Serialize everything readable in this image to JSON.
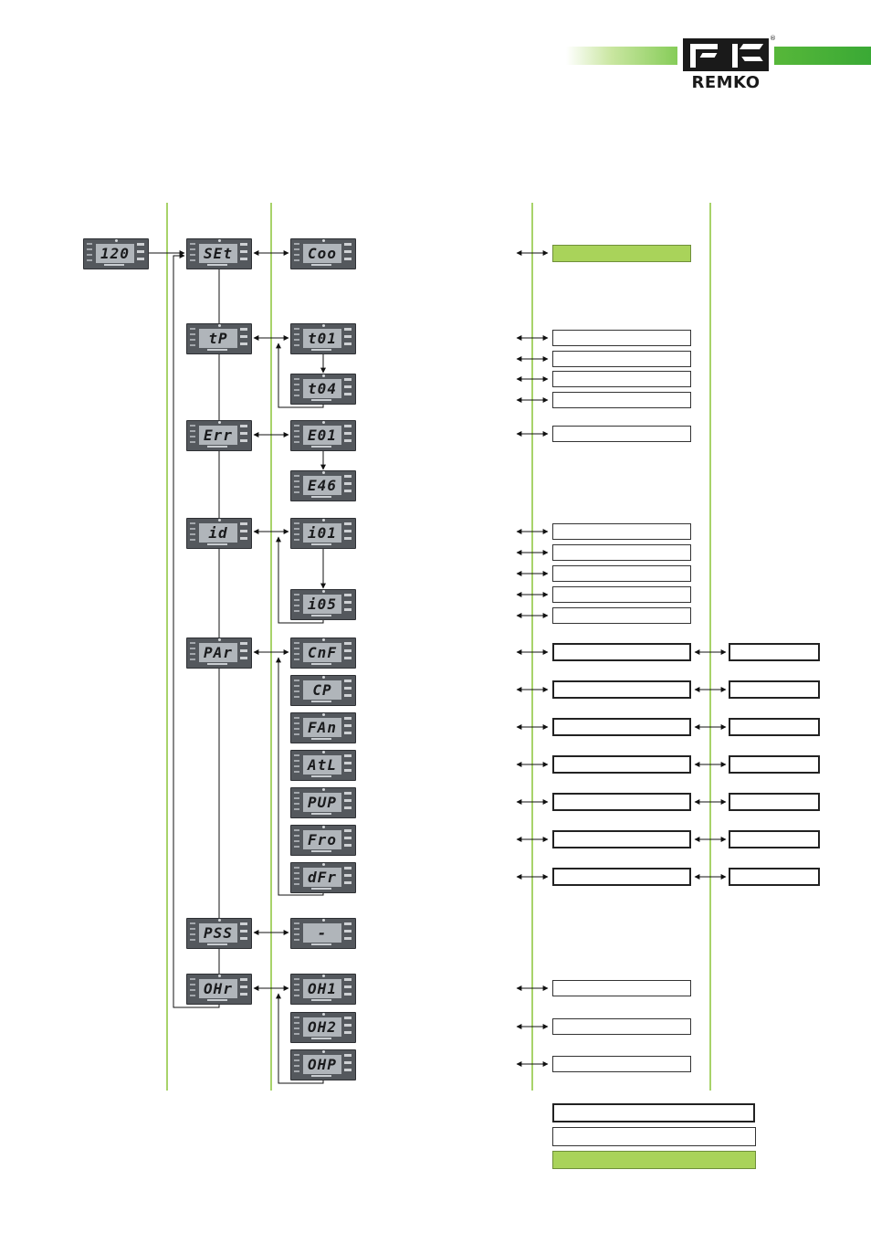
{
  "brand": {
    "logo_text": "REMKO",
    "registered": "®",
    "bar_color": "#6cc23d"
  },
  "colors": {
    "green_fill": "#a9d35a",
    "guide_line": "#a8d36a",
    "display_body": "#54585d"
  },
  "displays": {
    "start": "120",
    "menu": {
      "set": "SEt",
      "tp": "tP",
      "err": "Err",
      "id": "id",
      "par": "PAr",
      "pss": "PSS",
      "ohr": "OHr"
    },
    "sub": {
      "coo": "Coo",
      "t01": "t01",
      "t04": "t04",
      "e01": "E01",
      "e46": "E46",
      "i01": "i01",
      "i05": "i05",
      "cnf": "CnF",
      "cp": "CP",
      "fan": "FAn",
      "atl": "AtL",
      "pup": "PUP",
      "fro": "Fro",
      "dfr": "dFr",
      "pss_val": "-",
      "oh1": "OH1",
      "oh2": "OH2",
      "ohp": "OHP"
    }
  },
  "legend": {
    "items": [
      "bold-outline",
      "thin-outline",
      "green-fill"
    ]
  }
}
